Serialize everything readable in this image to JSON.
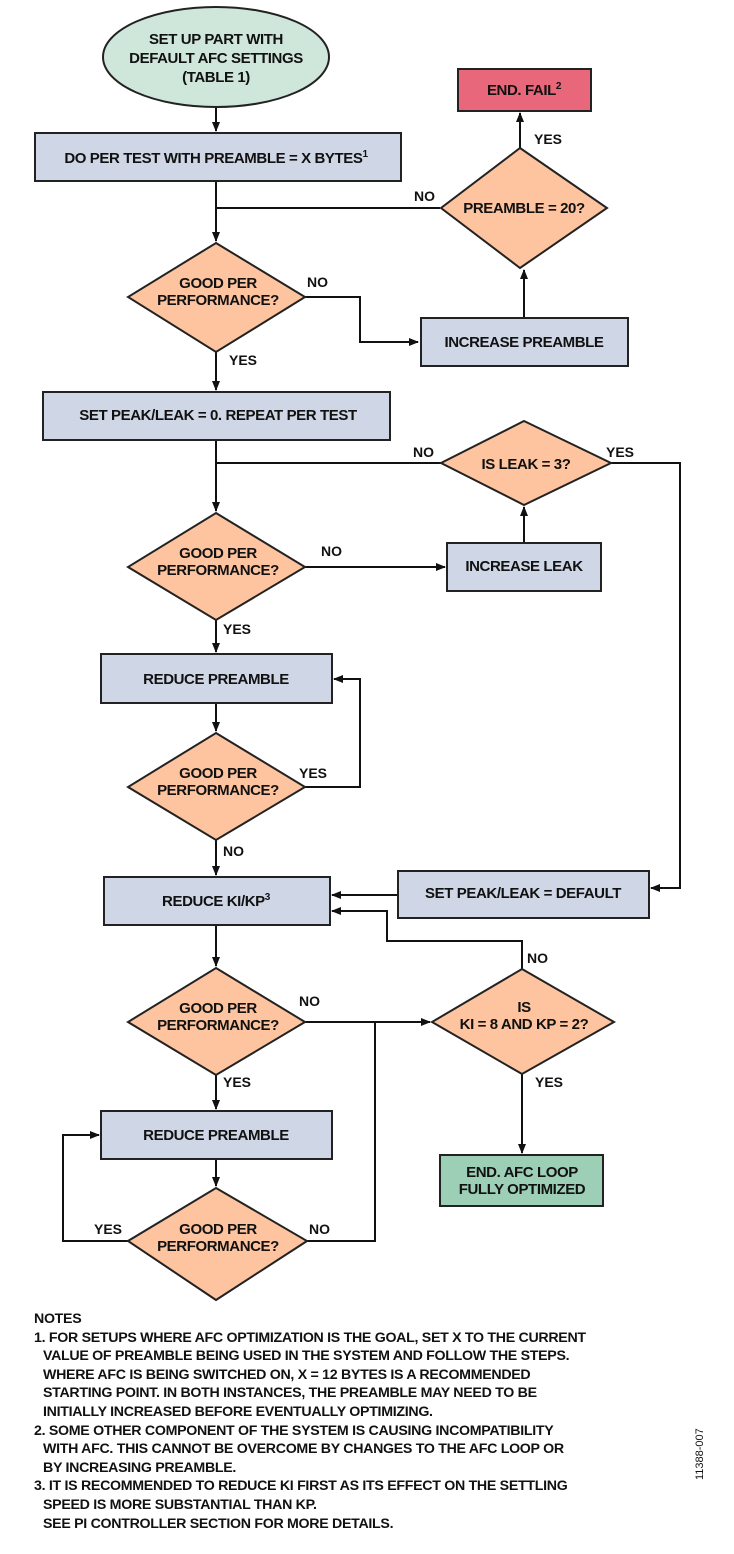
{
  "colors": {
    "start": "#cfe6da",
    "process": "#cfd6e6",
    "decision": "#fdc49f",
    "fail": "#e8677b",
    "success": "#9dcfb7"
  },
  "nodes": {
    "start": [
      "SET UP PART WITH",
      "DEFAULT AFC SETTINGS",
      "(TABLE 1)"
    ],
    "per_test": {
      "text": "DO PER TEST WITH PREAMBLE = X BYTES",
      "sup": "1"
    },
    "end_fail": {
      "text": "END. FAIL",
      "sup": "2"
    },
    "preamble_20": "PREAMBLE = 20?",
    "good_per_1": [
      "GOOD PER",
      "PERFORMANCE?"
    ],
    "increase_preamble": "INCREASE PREAMBLE",
    "set_peak_leak_0": "SET PEAK/LEAK = 0. REPEAT PER TEST",
    "is_leak_3": "IS LEAK = 3?",
    "good_per_2": [
      "GOOD PER",
      "PERFORMANCE?"
    ],
    "increase_leak": "INCREASE LEAK",
    "reduce_preamble_1": "REDUCE PREAMBLE",
    "good_per_3": [
      "GOOD PER",
      "PERFORMANCE?"
    ],
    "reduce_ki_kp": {
      "text": "REDUCE KI/KP",
      "sup": "3"
    },
    "set_peak_leak_default": "SET PEAK/LEAK = DEFAULT",
    "good_per_4": [
      "GOOD PER",
      "PERFORMANCE?"
    ],
    "ki_kp_check": [
      "IS",
      "KI = 8 AND KP = 2?"
    ],
    "reduce_preamble_2": "REDUCE PREAMBLE",
    "good_per_5": [
      "GOOD PER",
      "PERFORMANCE?"
    ],
    "end_afc": [
      "END. AFC LOOP",
      "FULLY OPTIMIZED"
    ]
  },
  "edge_labels": {
    "yes": "YES",
    "no": "NO"
  },
  "notes": {
    "title": "NOTES",
    "lines": [
      "1. FOR SETUPS WHERE AFC OPTIMIZATION IS THE GOAL, SET X TO THE CURRENT",
      "VALUE OF PREAMBLE BEING USED IN THE SYSTEM AND FOLLOW THE STEPS.",
      "WHERE AFC IS BEING SWITCHED ON, X = 12 BYTES IS A RECOMMENDED",
      "STARTING POINT. IN BOTH INSTANCES, THE PREAMBLE MAY NEED TO BE",
      "INITIALLY INCREASED BEFORE EVENTUALLY OPTIMIZING.",
      "2. SOME OTHER COMPONENT OF THE SYSTEM IS CAUSING INCOMPATIBILITY",
      "WITH AFC. THIS CANNOT BE OVERCOME BY CHANGES TO THE AFC LOOP OR",
      "BY INCREASING PREAMBLE.",
      "3. IT IS RECOMMENDED TO REDUCE KI FIRST AS ITS EFFECT ON THE SETTLING",
      "SPEED IS MORE SUBSTANTIAL THAN KP.",
      "SEE PI CONTROLLER SECTION FOR MORE DETAILS."
    ]
  },
  "figure_id": "11388-007"
}
